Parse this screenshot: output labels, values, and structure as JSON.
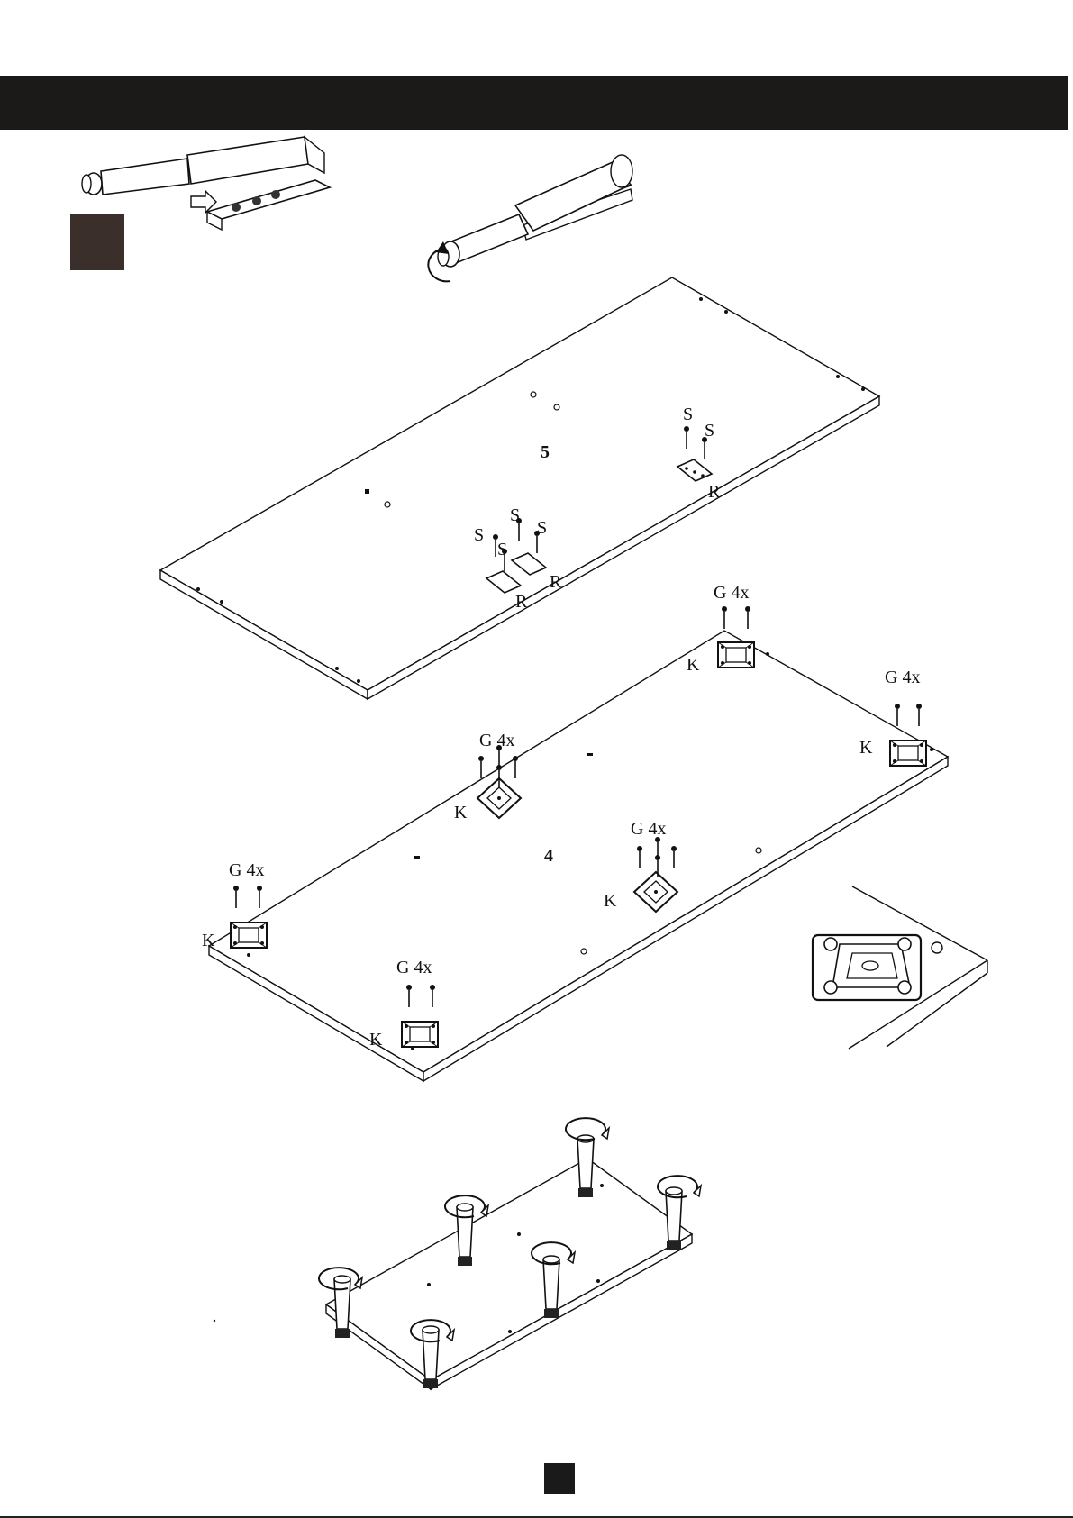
{
  "header": {
    "bar_color": "#1c1a19"
  },
  "step_marker": {
    "color": "#3a2f2a"
  },
  "page_marker": {
    "color": "#1a1a1a"
  },
  "labels": {
    "panel_top": "5",
    "panel_bottom": "4",
    "screw": "S",
    "bracket": "R",
    "foot_plate": "K",
    "foot_screws": "G 4x"
  },
  "icons": {
    "push_latch": "push-latch-icon",
    "latch_rotate": "latch-rotate-icon",
    "leg_turn": "rotate-arrow-icon"
  }
}
